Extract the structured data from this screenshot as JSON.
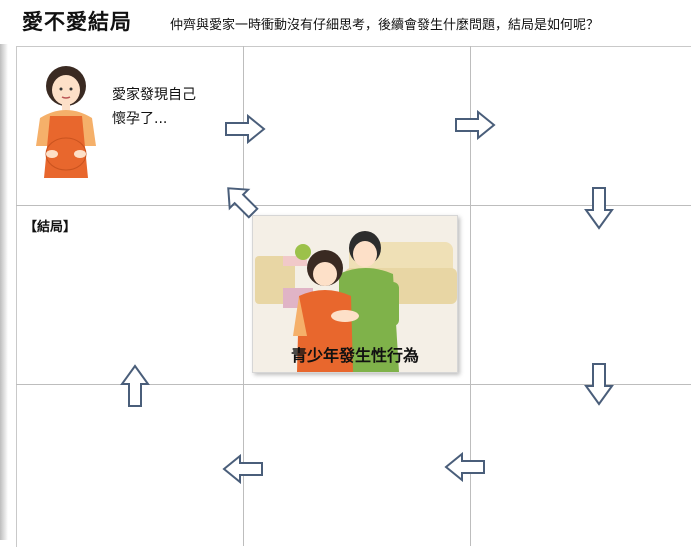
{
  "header": {
    "title": "愛不愛結局",
    "subtitle": "仲齊與愛家一時衝動沒有仔細思考，後續會發生什麼問題，結局是如何呢？"
  },
  "grid": {
    "cell_1_text_line1": "愛家發現自己",
    "cell_1_text_line2": "懷孕了...",
    "ending_label": "【結局】"
  },
  "center_image": {
    "caption": "青少年發生性行為"
  },
  "colors": {
    "arrow_stroke": "#4a5e7a",
    "arrow_fill": "#ffffff",
    "grid_line": "#bdbdbd",
    "shirt_orange": "#e8672d",
    "shirt_green": "#7fb24a"
  },
  "icons": [
    "pregnant-woman-illustration",
    "couple-illustration",
    "arrow-right-icon",
    "arrow-down-icon",
    "arrow-left-icon",
    "arrow-up-icon"
  ]
}
